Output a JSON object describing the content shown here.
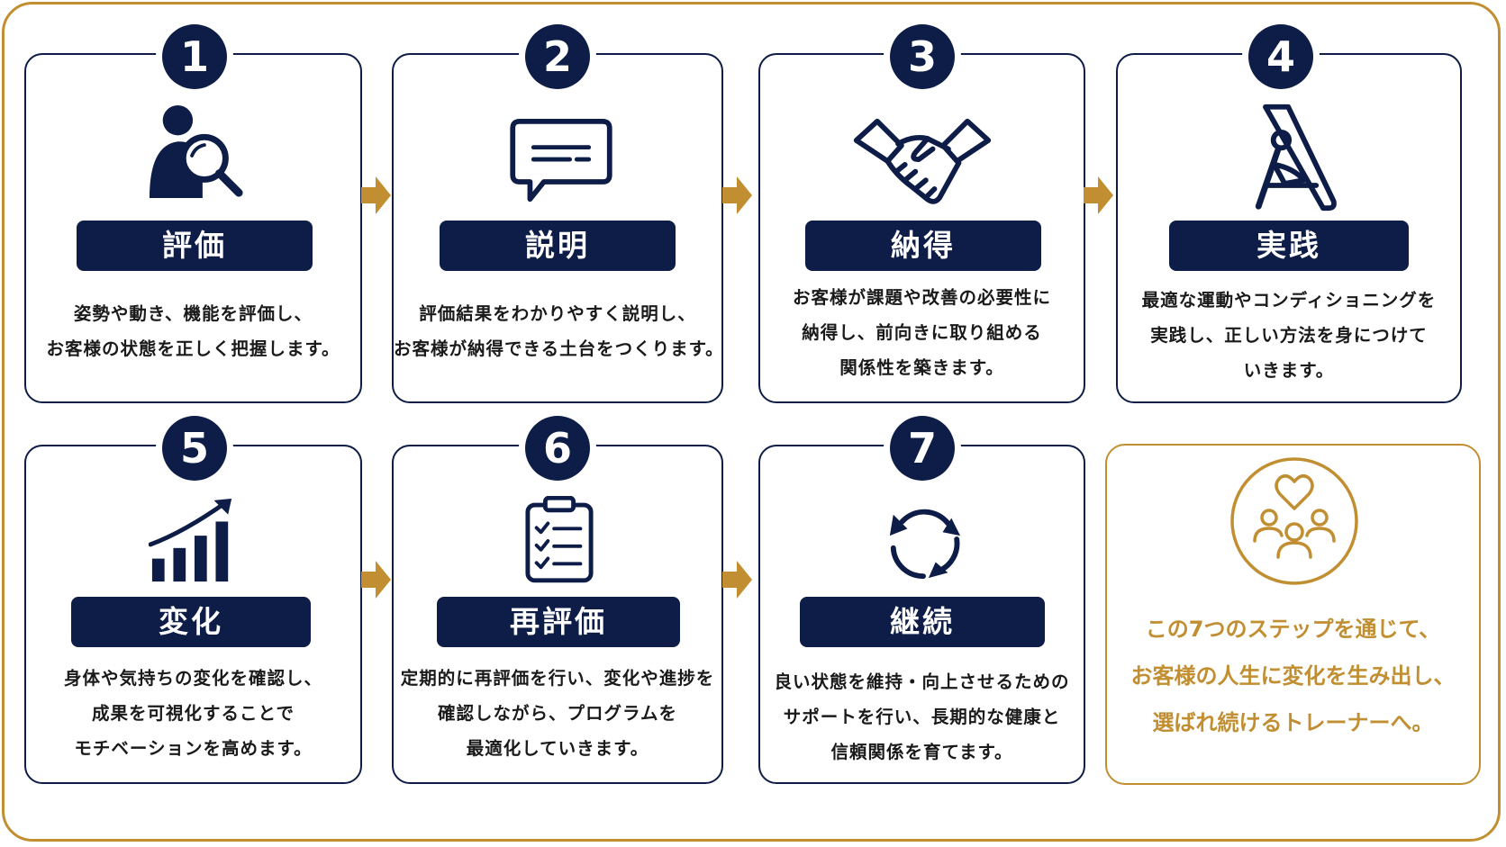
{
  "steps": [
    {
      "number": "1",
      "title": "評価",
      "icon": "person-magnifier-icon",
      "lines": [
        "姿勢や動き、機能を評価し、",
        "お客様の状態を正しく把握します。"
      ]
    },
    {
      "number": "2",
      "title": "説明",
      "icon": "speech-bubble-icon",
      "lines": [
        "評価結果をわかりやすく説明し、",
        "お客様が納得できる土台をつくります。"
      ]
    },
    {
      "number": "3",
      "title": "納得",
      "icon": "handshake-icon",
      "lines": [
        "お客様が課題や改善の必要性に",
        "納得し、前向きに取り組める",
        "関係性を築きます。"
      ]
    },
    {
      "number": "4",
      "title": "実践",
      "icon": "exercise-figure-icon",
      "lines": [
        "最適な運動やコンディショニングを",
        "実践し、正しい方法を身につけて",
        "いきます。"
      ]
    },
    {
      "number": "5",
      "title": "変化",
      "icon": "growth-chart-icon",
      "lines": [
        "身体や気持ちの変化を確認し、",
        "成果を可視化することで",
        "モチベーションを高めます。"
      ]
    },
    {
      "number": "6",
      "title": "再評価",
      "icon": "clipboard-checklist-icon",
      "lines": [
        "定期的に再評価を行い、変化や進捗を",
        "確認しながら、プログラムを",
        "最適化していきます。"
      ]
    },
    {
      "number": "7",
      "title": "継続",
      "icon": "cycle-arrows-icon",
      "lines": [
        "良い状態を維持・向上させるための",
        "サポートを行い、長期的な健康と",
        "信頼関係を育てます。"
      ]
    }
  ],
  "summary": {
    "icon": "community-heart-icon",
    "lines": [
      "この7つのステップを通じて、",
      "お客様の人生に変化を生み出し、",
      "選ばれ続けるトレーナーへ。"
    ]
  },
  "colors": {
    "navy": "#0e1d47",
    "gold": "#c18f32",
    "background": "#ffffff"
  }
}
